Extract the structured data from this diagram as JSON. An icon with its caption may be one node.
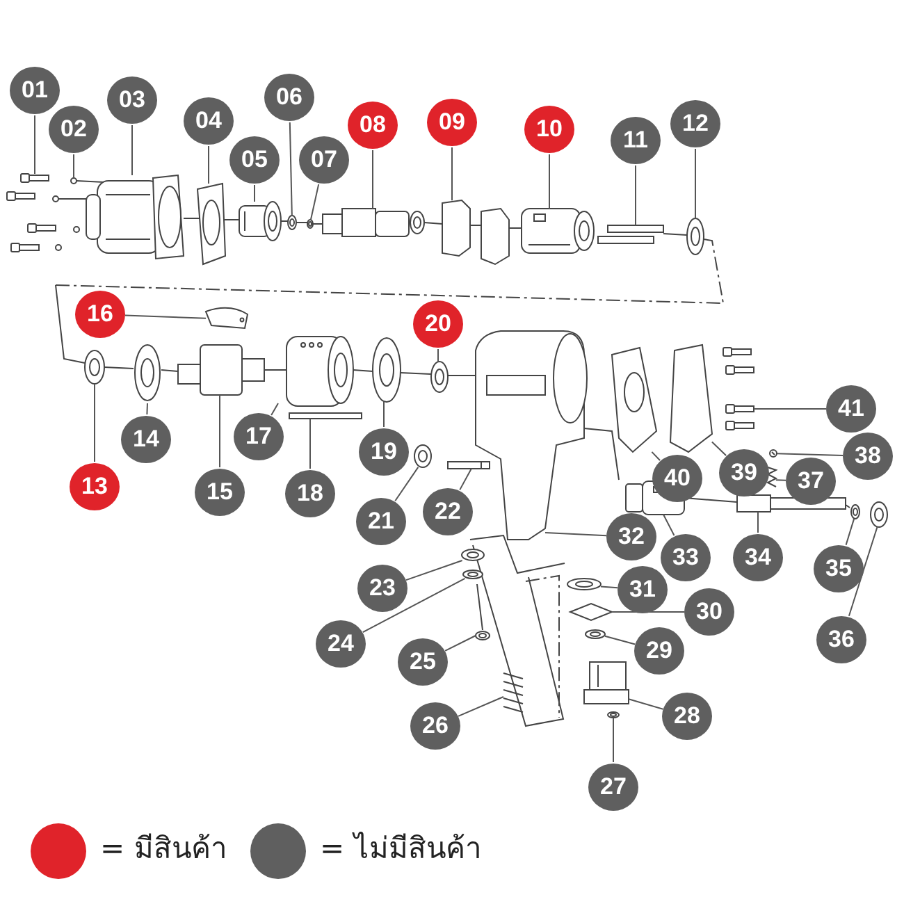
{
  "diagram": {
    "nodes": [
      {
        "text": [
          "01"
        ]
      },
      {
        "text": [
          "02"
        ]
      },
      {
        "text": [
          "03"
        ]
      },
      {
        "text": [
          "04"
        ]
      },
      {
        "text": [
          "05"
        ]
      },
      {
        "text": [
          "06"
        ]
      },
      {
        "text": [
          "07"
        ]
      },
      {
        "text": [
          "08"
        ]
      },
      {
        "text": [
          "09"
        ]
      },
      {
        "text": [
          "10"
        ]
      },
      {
        "text": [
          "11"
        ]
      },
      {
        "text": [
          "12"
        ]
      },
      {
        "text": [
          "13"
        ]
      },
      {
        "text": [
          "14"
        ]
      },
      {
        "text": [
          "15"
        ]
      },
      {
        "text": [
          "16"
        ]
      },
      {
        "text": [
          "17"
        ]
      },
      {
        "text": [
          "18"
        ]
      },
      {
        "text": [
          "19"
        ]
      },
      {
        "text": [
          "20"
        ]
      },
      {
        "text": [
          "21"
        ]
      },
      {
        "text": [
          "22"
        ]
      },
      {
        "text": [
          "23"
        ]
      },
      {
        "text": [
          "24"
        ]
      },
      {
        "text": [
          "25"
        ]
      },
      {
        "text": [
          "26"
        ]
      },
      {
        "text": [
          "27"
        ]
      },
      {
        "text": [
          "28"
        ]
      },
      {
        "text": [
          "29"
        ]
      },
      {
        "text": [
          "30"
        ]
      },
      {
        "text": [
          "31"
        ]
      },
      {
        "text": [
          "32"
        ]
      },
      {
        "text": [
          "33"
        ]
      },
      {
        "text": [
          "34"
        ]
      },
      {
        "text": [
          "35"
        ]
      },
      {
        "text": [
          "36"
        ]
      },
      {
        "text": [
          "37"
        ]
      },
      {
        "text": [
          "38"
        ]
      },
      {
        "text": [
          "39"
        ]
      },
      {
        "text": [
          "40"
        ]
      },
      {
        "text": [
          "41"
        ]
      },
      {
        "text": [],
        "shape": "picture"
      },
      {
        "text": [],
        "shape": "picture"
      },
      {
        "text": [],
        "shape": "picture"
      },
      {
        "text": [],
        "shape": "picture"
      },
      {
        "text": [],
        "shape": "picture"
      },
      {
        "text": [],
        "shape": "picture"
      },
      {
        "text": [],
        "shape": "picture"
      },
      {
        "text": [],
        "shape": "picture"
      },
      {
        "text": [],
        "shape": "picture"
      },
      {
        "text": [],
        "shape": "picture"
      },
      {
        "text": [],
        "shape": "picture"
      },
      {
        "text": [],
        "shape": "picture"
      },
      {
        "text": [],
        "shape": "picture"
      },
      {
        "text": [],
        "shape": "picture"
      },
      {
        "text": [],
        "shape": "picture"
      },
      {
        "text": [],
        "shape": "picture"
      },
      {
        "text": [],
        "shape": "picture"
      },
      {
        "text": [],
        "shape": "picture"
      },
      {
        "text": [],
        "shape": "picture"
      },
      {
        "text": [],
        "shape": "picture"
      },
      {
        "text": [],
        "shape": "picture"
      },
      {
        "text": [],
        "shape": "picture"
      },
      {
        "text": [],
        "shape": "picture"
      },
      {
        "text": [],
        "shape": "picture"
      },
      {
        "text": [],
        "shape": "picture"
      },
      {
        "text": [],
        "shape": "picture"
      },
      {
        "text": [],
        "shape": "picture"
      },
      {
        "text": [],
        "shape": "picture"
      },
      {
        "text": [],
        "shape": "picture"
      },
      {
        "text": [],
        "shape": "picture"
      },
      {
        "text": [],
        "shape": "picture"
      },
      {
        "text": [],
        "shape": "picture"
      },
      {
        "text": [],
        "shape": "picture"
      },
      {
        "text": [],
        "shape": "picture"
      },
      {
        "text": [],
        "shape": "picture"
      },
      {
        "text": [],
        "shape": "picture"
      },
      {
        "text": [],
        "shape": "picture"
      },
      {
        "text": [],
        "shape": "picture"
      },
      {
        "text": [],
        "shape": "picture"
      },
      {
        "text": [],
        "shape": "picture"
      },
      {
        "text": [],
        "shape": "picture"
      }
    ],
    "edges": [
      {
        "from": 0,
        "to": 41,
        "arrow": "none"
      },
      {
        "from": 1,
        "to": 42,
        "arrow": "none"
      },
      {
        "from": 2,
        "to": 43,
        "arrow": "none"
      },
      {
        "from": 3,
        "to": 44,
        "arrow": "none"
      },
      {
        "from": 4,
        "to": 45,
        "arrow": "none"
      },
      {
        "from": 5,
        "to": 46,
        "arrow": "none"
      },
      {
        "from": 6,
        "to": 47,
        "arrow": "none"
      },
      {
        "from": 7,
        "to": 48,
        "arrow": "none"
      },
      {
        "from": 8,
        "to": 49,
        "arrow": "none"
      },
      {
        "from": 9,
        "to": 50,
        "arrow": "none"
      },
      {
        "from": 10,
        "to": 51,
        "arrow": "none"
      },
      {
        "from": 11,
        "to": 52,
        "arrow": "none"
      },
      {
        "from": 12,
        "to": 53,
        "arrow": "none"
      },
      {
        "from": 13,
        "to": 54,
        "arrow": "none"
      },
      {
        "from": 14,
        "to": 55,
        "arrow": "none"
      },
      {
        "from": 15,
        "to": 56,
        "arrow": "none"
      },
      {
        "from": 16,
        "to": 57,
        "arrow": "none"
      },
      {
        "from": 17,
        "to": 58,
        "arrow": "none"
      },
      {
        "from": 18,
        "to": 59,
        "arrow": "none"
      },
      {
        "from": 19,
        "to": 60,
        "arrow": "none"
      },
      {
        "from": 20,
        "to": 61,
        "arrow": "none"
      },
      {
        "from": 21,
        "to": 62,
        "arrow": "none"
      },
      {
        "from": 22,
        "to": 63,
        "arrow": "none"
      },
      {
        "from": 23,
        "to": 64,
        "arrow": "none"
      },
      {
        "from": 24,
        "to": 65,
        "arrow": "none"
      },
      {
        "from": 25,
        "to": 66,
        "arrow": "none"
      },
      {
        "from": 26,
        "to": 67,
        "arrow": "none"
      },
      {
        "from": 27,
        "to": 68,
        "arrow": "none"
      },
      {
        "from": 28,
        "to": 69,
        "arrow": "none"
      },
      {
        "from": 29,
        "to": 70,
        "arrow": "none"
      },
      {
        "from": 30,
        "to": 71,
        "arrow": "none"
      },
      {
        "from": 31,
        "to": 72,
        "arrow": "none"
      },
      {
        "from": 32,
        "to": 73,
        "arrow": "none"
      },
      {
        "from": 33,
        "to": 74,
        "arrow": "none"
      },
      {
        "from": 34,
        "to": 75,
        "arrow": "none"
      },
      {
        "from": 35,
        "to": 76,
        "arrow": "none"
      },
      {
        "from": 36,
        "to": 77,
        "arrow": "none"
      },
      {
        "from": 37,
        "to": 78,
        "arrow": "none"
      },
      {
        "from": 38,
        "to": 79,
        "arrow": "none"
      },
      {
        "from": 39,
        "to": 80,
        "arrow": "none"
      },
      {
        "from": 40,
        "to": 81,
        "arrow": "none"
      }
    ],
    "legend": [
      {
        "text": "= มีสินค้า",
        "color": "#e0232a"
      },
      {
        "text": "= ไม่มีสินค้า",
        "color": "#5f5f5f"
      }
    ]
  }
}
